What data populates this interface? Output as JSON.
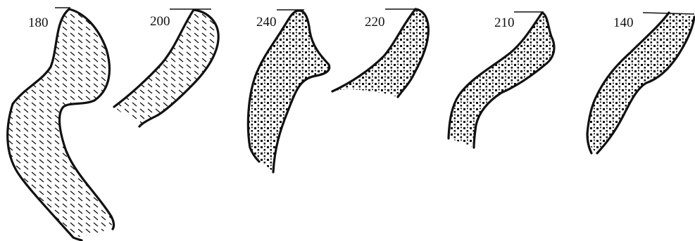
{
  "profiles": [
    {
      "id": "profile-1",
      "label": "180",
      "fill_pattern": "hatched"
    },
    {
      "id": "profile-2",
      "label": "200",
      "fill_pattern": "hatched"
    },
    {
      "id": "profile-3",
      "label": "240",
      "fill_pattern": "dotted"
    },
    {
      "id": "profile-4",
      "label": "220",
      "fill_pattern": "dotted"
    },
    {
      "id": "profile-5",
      "label": "210",
      "fill_pattern": "dotted"
    },
    {
      "id": "profile-6",
      "label": "140",
      "fill_pattern": "dotted"
    }
  ],
  "colors": {
    "ink": "#111111",
    "paper": "#ffffff"
  }
}
